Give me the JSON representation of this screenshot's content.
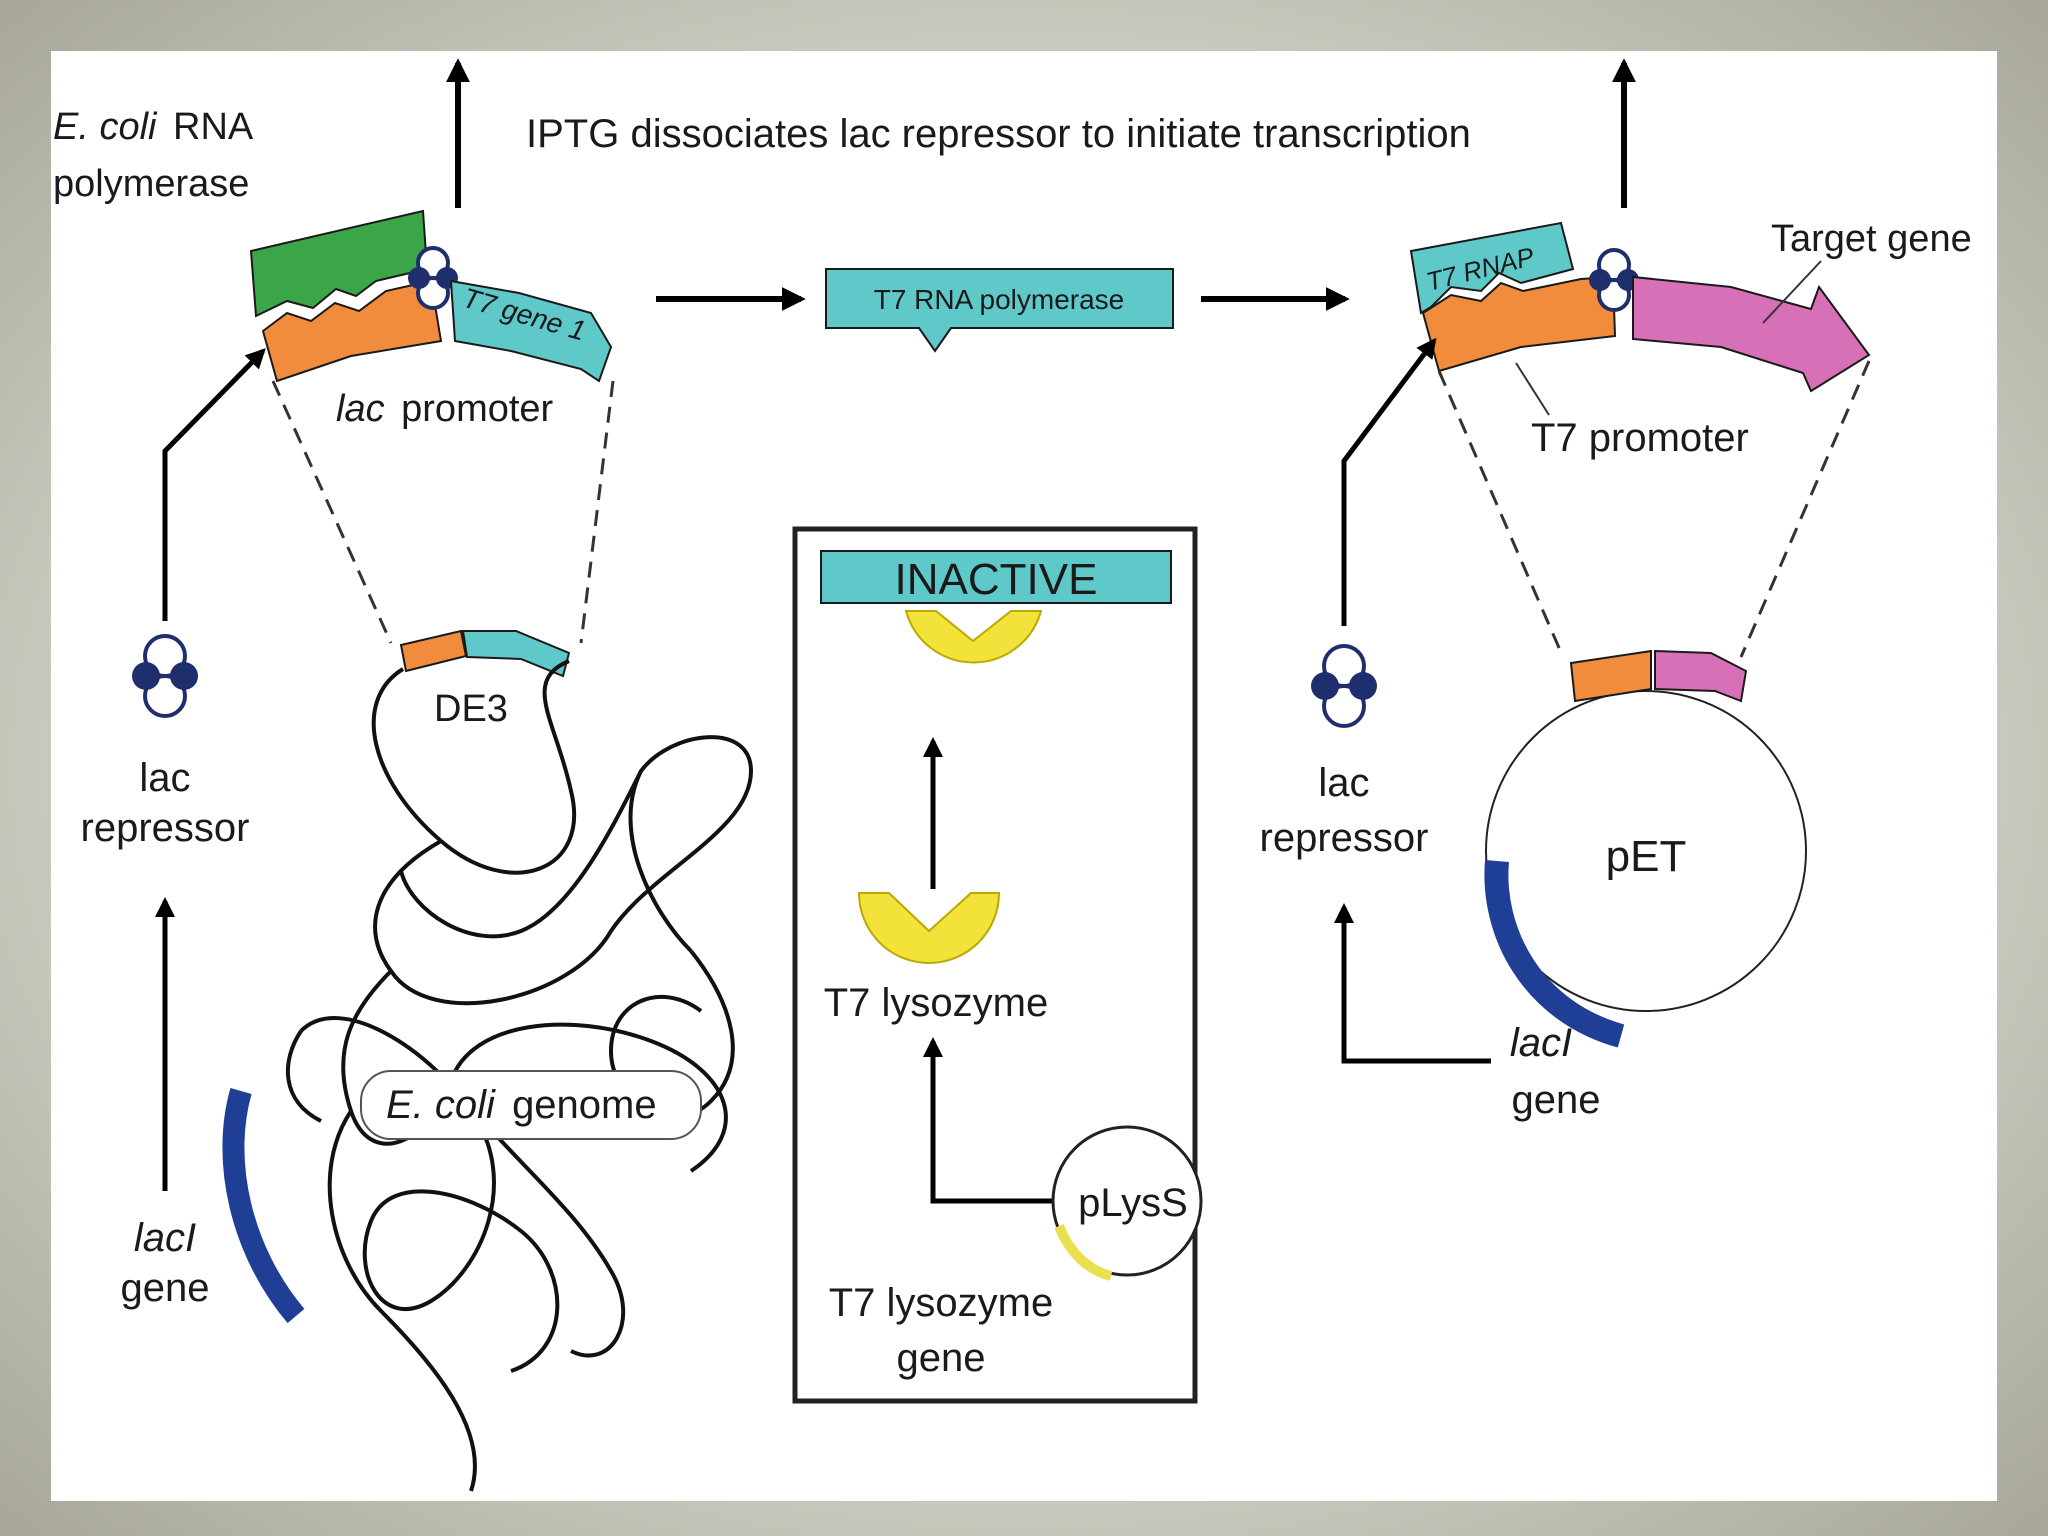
{
  "diagram": {
    "top_caption": "IPTG dissociates lac repressor to initiate transcription",
    "left": {
      "polymerase_label_italic": "E. coli",
      "polymerase_label_rest": "RNA",
      "polymerase_label_line2": "polymerase",
      "gene_arrow_label": "T7 gene 1",
      "promoter_label_italic": "lac",
      "promoter_label_rest": "promoter",
      "prophage_label": "DE3",
      "repressor_label_line1": "lac",
      "repressor_label_line2": "repressor",
      "laci_label_line1": "lacI",
      "laci_label_line2": "gene",
      "genome_label_italic": "E. coli",
      "genome_label_rest": "genome"
    },
    "middle": {
      "polymerase_box_label": "T7 RNA polymerase",
      "inactive_label": "INACTIVE",
      "lysozyme_label": "T7 lysozyme",
      "plasmid_label": "pLysS",
      "lysozyme_gene_line1": "T7 lysozyme",
      "lysozyme_gene_line2": "gene"
    },
    "right": {
      "rnap_label": "T7 RNAP",
      "target_gene_label": "Target gene",
      "promoter_label": "T7 promoter",
      "plasmid_label": "pET",
      "repressor_label_line1": "lac",
      "repressor_label_line2": "repressor",
      "laci_label_line1": "lacI",
      "laci_label_line2": "gene"
    },
    "colors": {
      "rna_polymerase_green": "#3aa648",
      "promoter_orange": "#f08c3c",
      "t7_gene_teal": "#5fc8c8",
      "target_gene_pink": "#d870b8",
      "lysozyme_yellow": "#f2e23a",
      "laci_blue": "#1f3f97",
      "repressor_navy": "#1f2f6e"
    }
  }
}
